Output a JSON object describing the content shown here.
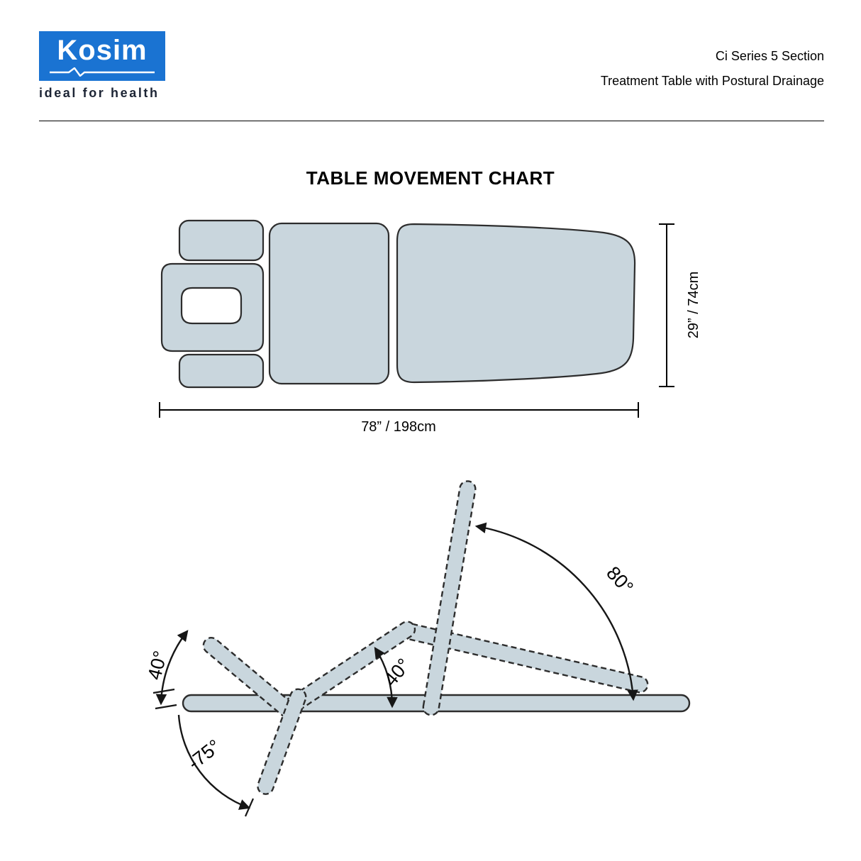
{
  "colors": {
    "brand_blue": "#1a73d2",
    "section_fill": "#c9d6dd",
    "outline": "#2d2d2d"
  },
  "header": {
    "logo": {
      "brand": "Kosim",
      "tagline": "ideal for health"
    },
    "product_line1": "Ci Series 5 Section",
    "product_line2": "Treatment Table with Postural Drainage"
  },
  "diagram": {
    "title": "TABLE MOVEMENT CHART",
    "top_view": {
      "length_label": "78” / 198cm",
      "width_label": "29” / 74cm"
    },
    "side_view": {
      "backrest_up_angle": "80°",
      "seat_up_angle": "40°",
      "head_up_angle": "40°",
      "head_down_angle": "-75°"
    }
  }
}
